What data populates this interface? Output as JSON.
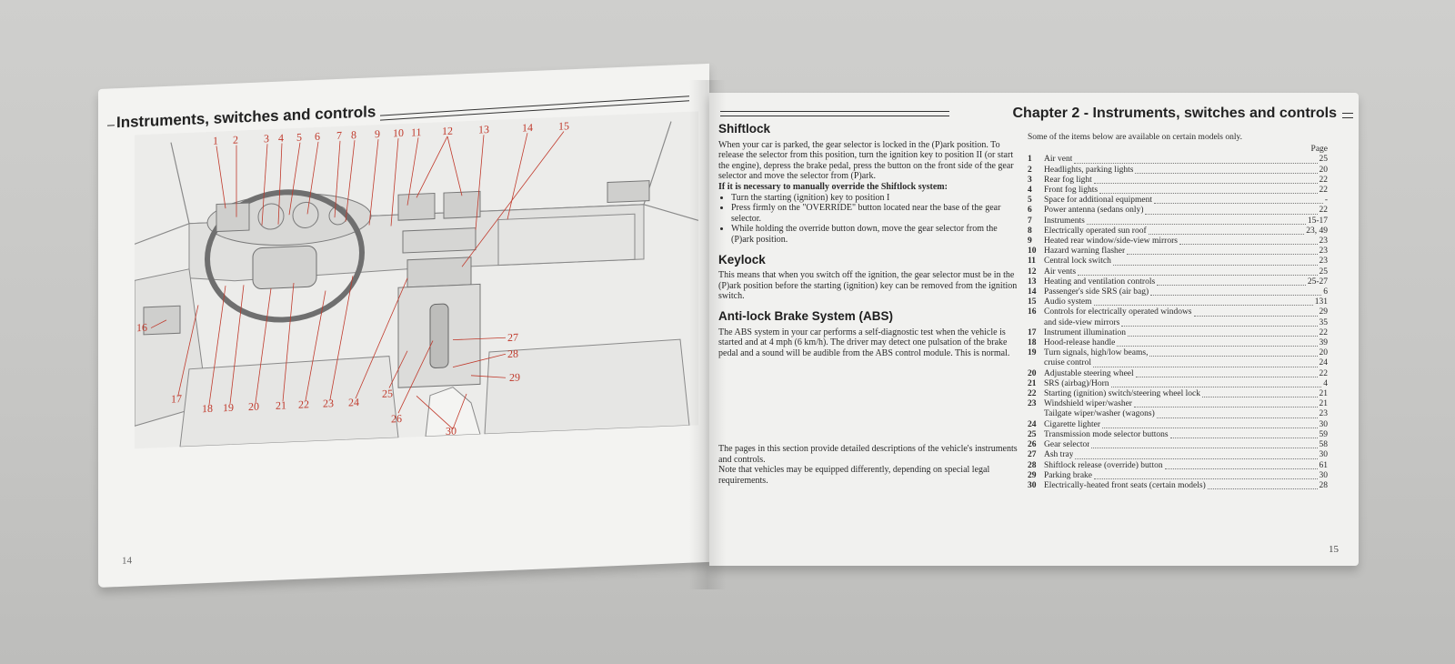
{
  "left_page": {
    "heading": "Instruments, switches and controls",
    "page_number": "14",
    "callouts": [
      "1",
      "2",
      "3",
      "4",
      "5",
      "6",
      "7",
      "8",
      "9",
      "10",
      "11",
      "12",
      "13",
      "14",
      "15",
      "16",
      "17",
      "18",
      "19",
      "20",
      "21",
      "22",
      "23",
      "24",
      "25",
      "26",
      "27",
      "28",
      "29",
      "30"
    ]
  },
  "right_page": {
    "heading": "Chapter 2 - Instruments, switches and controls",
    "page_number": "15",
    "shiftlock": {
      "title": "Shiftlock",
      "body": "When your car is parked, the gear selector is locked in the (P)ark position. To release the selector from this position, turn the ignition key to position II (or start the engine), depress the brake pedal, press the button on the front side of the gear selector and move the selector from (P)ark.",
      "override_heading": "If it is necessary to manually override the Shiftlock system:",
      "steps": [
        "Turn the starting (ignition) key to position I",
        "Press firmly on the \"OVERRIDE\" button located near the base of the gear selector.",
        "While holding the override button down, move the gear selector from the (P)ark position."
      ]
    },
    "keylock": {
      "title": "Keylock",
      "body": "This means that when you switch off the ignition, the gear selector must be in the (P)ark position before the starting (ignition) key can be removed from the ignition switch."
    },
    "abs": {
      "title": "Anti-lock Brake System (ABS)",
      "body": "The ABS system in your car performs a self-diagnostic test when the vehicle is started and at 4 mph (6 km/h). The driver may detect one pulsation of the brake pedal and a sound will be audible from the ABS control module. This is normal."
    },
    "intro": {
      "line1": "The pages in this section provide detailed descriptions of the vehicle's instruments and controls.",
      "line2": "Note that vehicles may be equipped differently, depending on special legal requirements."
    },
    "index": {
      "note": "Some of the items below are available on certain models only.",
      "page_header": "Page",
      "items": [
        {
          "n": "1",
          "label": "Air vent",
          "page": "25"
        },
        {
          "n": "2",
          "label": "Headlights, parking lights",
          "page": "20"
        },
        {
          "n": "3",
          "label": "Rear fog light",
          "page": "22"
        },
        {
          "n": "4",
          "label": "Front fog lights",
          "page": "22"
        },
        {
          "n": "5",
          "label": "Space for additional equipment",
          "page": "-"
        },
        {
          "n": "6",
          "label": "Power antenna (sedans only)",
          "page": "22"
        },
        {
          "n": "7",
          "label": "Instruments",
          "page": "15-17"
        },
        {
          "n": "8",
          "label": "Electrically operated sun roof",
          "page": "23, 49"
        },
        {
          "n": "9",
          "label": "Heated rear window/side-view mirrors",
          "page": "23"
        },
        {
          "n": "10",
          "label": "Hazard warning flasher",
          "page": "23"
        },
        {
          "n": "11",
          "label": "Central lock switch",
          "page": "23"
        },
        {
          "n": "12",
          "label": "Air vents",
          "page": "25"
        },
        {
          "n": "13",
          "label": "Heating and ventilation controls",
          "page": "25-27"
        },
        {
          "n": "14",
          "label": "Passenger's side SRS (air bag)",
          "page": "6"
        },
        {
          "n": "15",
          "label": "Audio system",
          "page": "131"
        },
        {
          "n": "16",
          "label": "Controls for electrically operated windows",
          "page": "29"
        },
        {
          "n": "",
          "label": "and side-view mirrors",
          "page": "35"
        },
        {
          "n": "17",
          "label": "Instrument illumination",
          "page": "22"
        },
        {
          "n": "18",
          "label": "Hood-release handle",
          "page": "39"
        },
        {
          "n": "19",
          "label": "Turn signals, high/low beams,",
          "page": "20"
        },
        {
          "n": "",
          "label": "cruise control",
          "page": "24"
        },
        {
          "n": "20",
          "label": "Adjustable steering wheel",
          "page": "22"
        },
        {
          "n": "21",
          "label": "SRS (airbag)/Horn",
          "page": "4"
        },
        {
          "n": "22",
          "label": "Starting (ignition) switch/steering wheel lock",
          "page": "21"
        },
        {
          "n": "23",
          "label": "Windshield wiper/washer",
          "page": "21"
        },
        {
          "n": "",
          "label": "Tailgate wiper/washer (wagons)",
          "page": "23"
        },
        {
          "n": "24",
          "label": "Cigarette lighter",
          "page": "30"
        },
        {
          "n": "25",
          "label": "Transmission mode selector buttons",
          "page": "59"
        },
        {
          "n": "26",
          "label": "Gear selector",
          "page": "58"
        },
        {
          "n": "27",
          "label": "Ash tray",
          "page": "30"
        },
        {
          "n": "28",
          "label": "Shiftlock release (override) button",
          "page": "61"
        },
        {
          "n": "29",
          "label": "Parking brake",
          "page": "30"
        },
        {
          "n": "30",
          "label": "Electrically-heated front seats (certain models)",
          "page": "28"
        }
      ]
    }
  },
  "colors": {
    "callout": "#c0392b",
    "line_art": "#8a8a8a",
    "paper": "#f2f2f0"
  }
}
